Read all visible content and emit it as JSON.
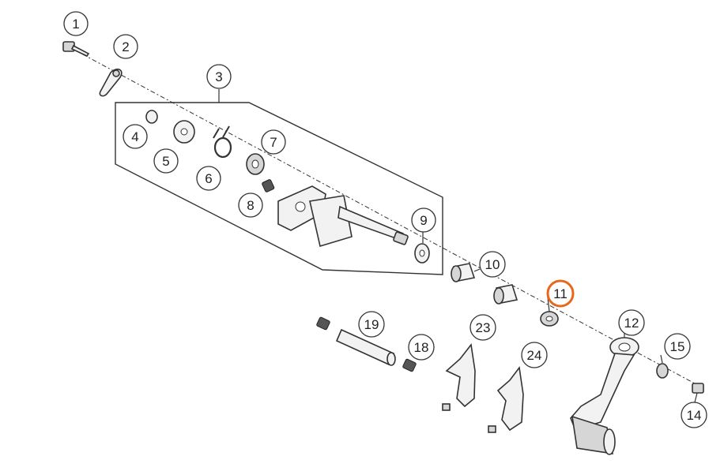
{
  "callouts": {
    "c1": "1",
    "c2": "2",
    "c3": "3",
    "c4": "4",
    "c5": "5",
    "c6": "6",
    "c7": "7",
    "c8": "8",
    "c9": "9",
    "c10": "10",
    "c11": "11",
    "c12": "12",
    "c14": "14",
    "c15": "15",
    "c18": "18",
    "c19": "19",
    "c23": "23",
    "c24": "24"
  },
  "highlight": {
    "callout": "11",
    "color": "#e8671b"
  },
  "colors": {
    "line": "#333333",
    "part_fill": "#f2f2f2",
    "part_shade": "#d6d6d6"
  }
}
